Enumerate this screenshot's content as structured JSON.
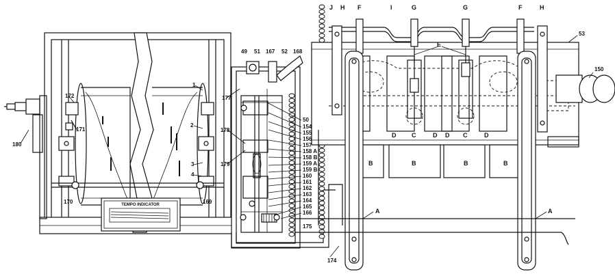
{
  "drawing": {
    "tempo_indicator": "TEMPO INDICATOR",
    "labels": {
      "l1": "1",
      "l2": "2",
      "l3": "3",
      "l4": "4",
      "l49": "49",
      "l51": "51",
      "l52": "52",
      "l53": "53",
      "l150": "150",
      "l154": "154",
      "l155": "155",
      "l156": "156",
      "l157": "157",
      "l158a": "158 A",
      "l158b": "158 B",
      "l159a": "159 A",
      "l159b": "159 B",
      "l160": "160",
      "l161": "161",
      "l162": "162",
      "l163": "163",
      "l164": "164",
      "l165": "165",
      "l166": "166",
      "l167": "167",
      "l168": "168",
      "l169": "169",
      "l170": "170",
      "l171": "171",
      "l172": "172",
      "l174": "174",
      "l175": "175",
      "l177": "177",
      "l178": "178",
      "l179": "179",
      "l180": "180",
      "l50": "50",
      "J": "J",
      "H1": "H",
      "H2": "H",
      "F1": "F",
      "F2": "F",
      "I": "I",
      "G1": "G",
      "G2": "G",
      "E": "E",
      "D1": "D",
      "D2": "D",
      "D3": "D",
      "D4": "D",
      "C1": "C",
      "C2": "C",
      "B1": "B",
      "B2": "B",
      "B3": "B",
      "B4": "B",
      "A1": "A",
      "A2": "A"
    }
  }
}
